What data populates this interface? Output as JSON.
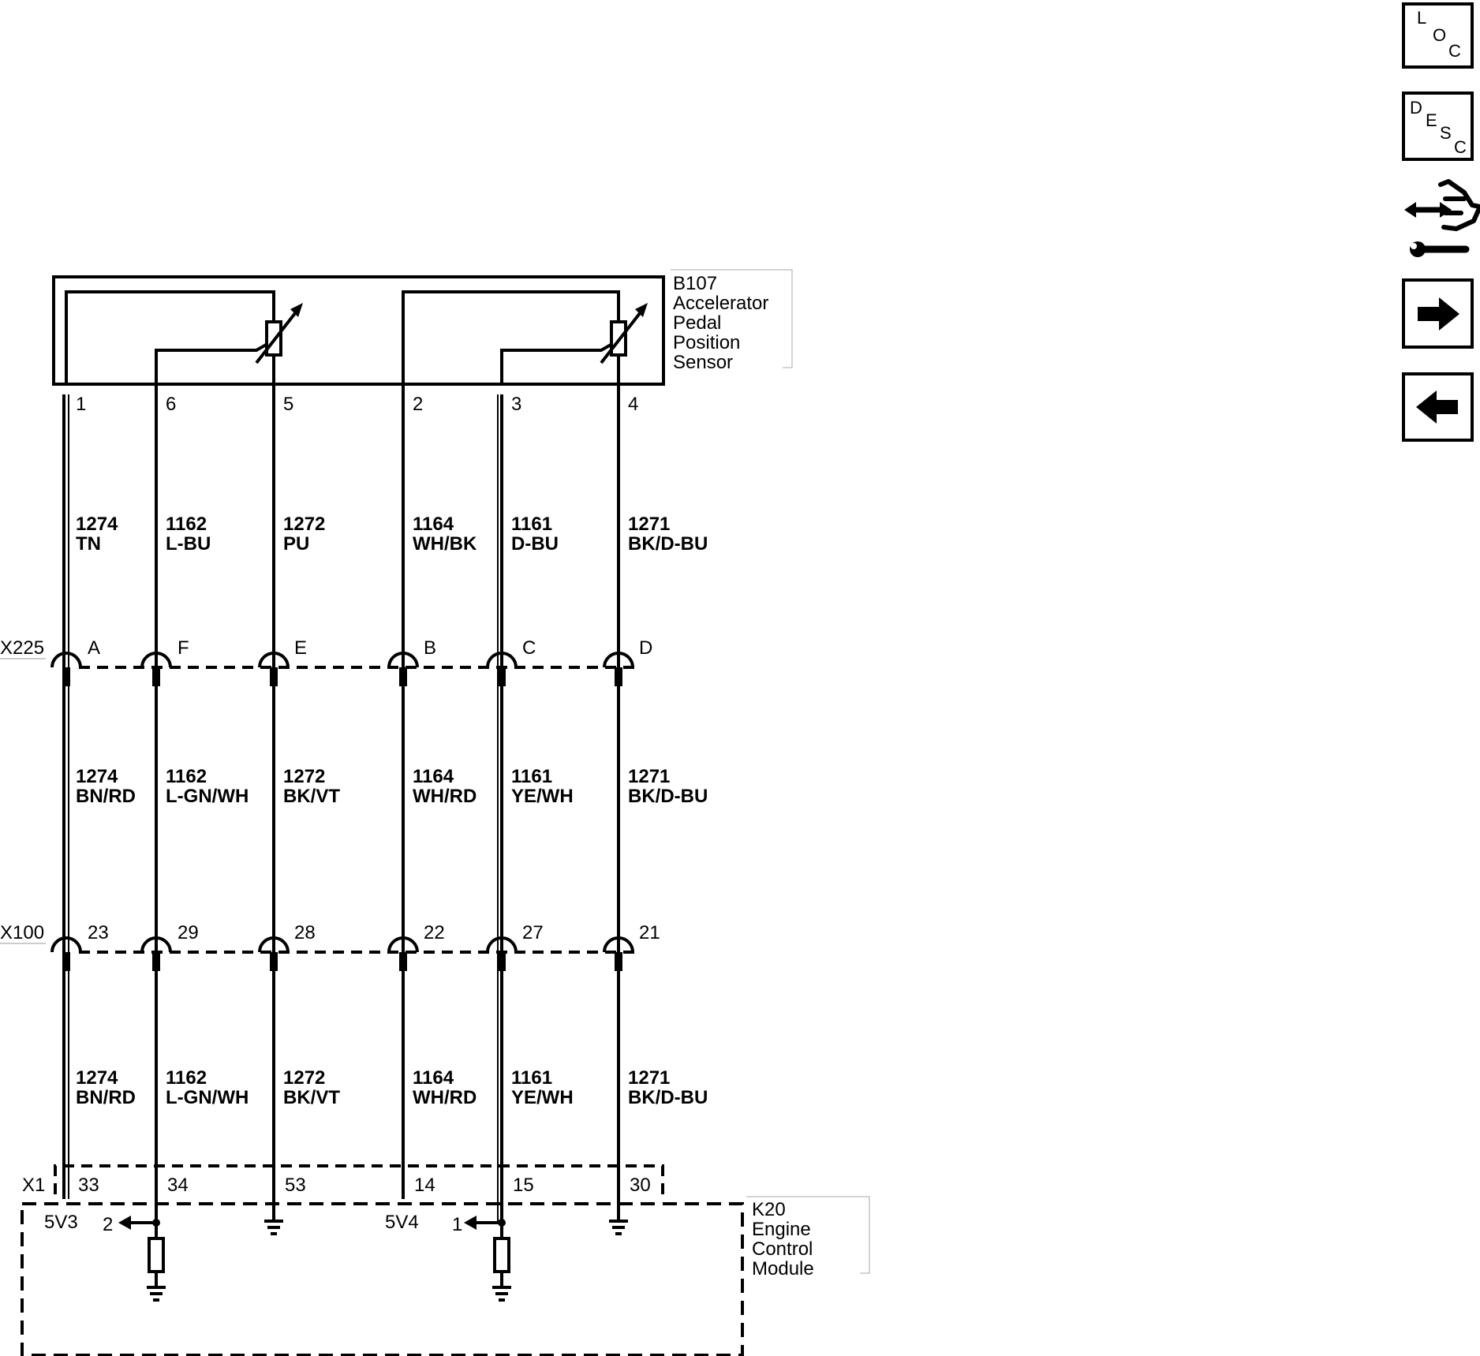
{
  "sensor": {
    "id": "B107",
    "name_lines": [
      "Accelerator",
      "Pedal",
      "Position",
      "Sensor"
    ],
    "pins": [
      "1",
      "6",
      "5",
      "2",
      "3",
      "4"
    ]
  },
  "connector_x225": {
    "id": "X225",
    "pins": [
      "A",
      "F",
      "E",
      "B",
      "C",
      "D"
    ]
  },
  "connector_x100": {
    "id": "X100",
    "pins": [
      "23",
      "29",
      "28",
      "22",
      "27",
      "21"
    ]
  },
  "connector_x1": {
    "id": "X1",
    "pins": [
      "33",
      "34",
      "53",
      "14",
      "15",
      "30"
    ]
  },
  "ecm": {
    "id": "K20",
    "name_lines": [
      "Engine",
      "Control",
      "Module"
    ],
    "ref_5v3": "5V3",
    "ref_5v4": "5V4",
    "signal_2": "2",
    "signal_1": "1"
  },
  "wires_upper": [
    {
      "circuit": "1274",
      "color": "TN"
    },
    {
      "circuit": "1162",
      "color": "L-BU"
    },
    {
      "circuit": "1272",
      "color": "PU"
    },
    {
      "circuit": "1164",
      "color": "WH/BK"
    },
    {
      "circuit": "1161",
      "color": "D-BU"
    },
    {
      "circuit": "1271",
      "color": "BK/D-BU"
    }
  ],
  "wires_middle": [
    {
      "circuit": "1274",
      "color": "BN/RD"
    },
    {
      "circuit": "1162",
      "color": "L-GN/WH"
    },
    {
      "circuit": "1272",
      "color": "BK/VT"
    },
    {
      "circuit": "1164",
      "color": "WH/RD"
    },
    {
      "circuit": "1161",
      "color": "YE/WH"
    },
    {
      "circuit": "1271",
      "color": "BK/D-BU"
    }
  ],
  "wires_lower": [
    {
      "circuit": "1274",
      "color": "BN/RD"
    },
    {
      "circuit": "1162",
      "color": "L-GN/WH"
    },
    {
      "circuit": "1272",
      "color": "BK/VT"
    },
    {
      "circuit": "1164",
      "color": "WH/RD"
    },
    {
      "circuit": "1161",
      "color": "YE/WH"
    },
    {
      "circuit": "1271",
      "color": "BK/D-BU"
    }
  ],
  "nav": {
    "loc_letters": [
      "L",
      "O",
      "C"
    ],
    "desc_letters": [
      "D",
      "E",
      "S",
      "C"
    ]
  }
}
